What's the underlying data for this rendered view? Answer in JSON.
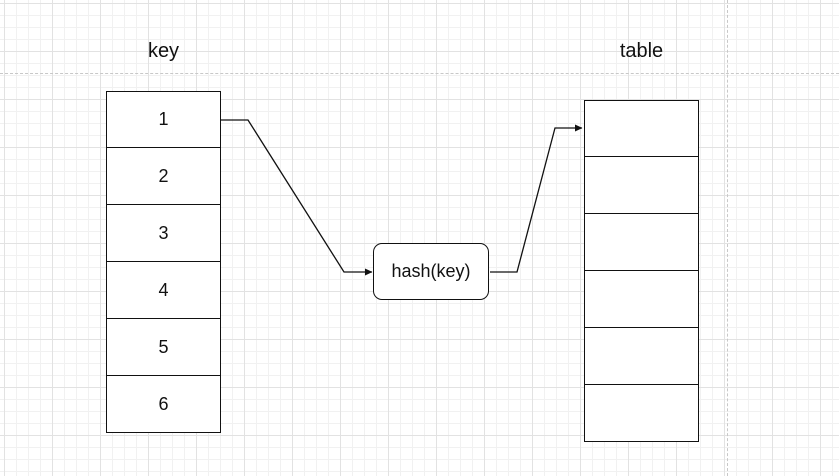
{
  "labels": {
    "key": "key",
    "table": "table"
  },
  "keys": [
    "1",
    "2",
    "3",
    "4",
    "5",
    "6"
  ],
  "table_slot_count": 6,
  "hash_function": "hash(key)",
  "colors": {
    "stroke": "#111111",
    "grid": "#e2e2e2",
    "guide": "#c8c8c8"
  }
}
